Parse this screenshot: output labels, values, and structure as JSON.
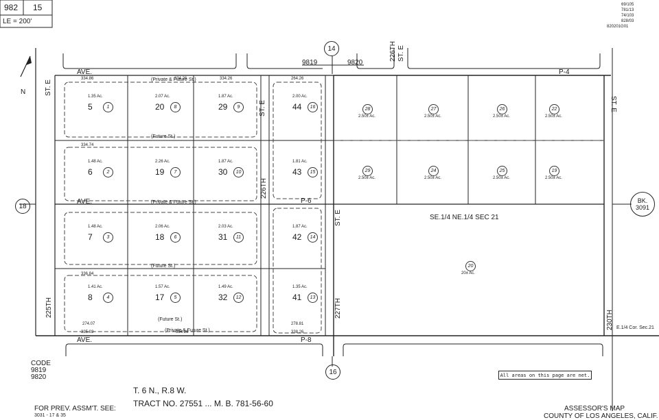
{
  "header": {
    "book": "982",
    "page": "15",
    "scale": "LE = 200'",
    "code_ref": "820201G01",
    "corner_notes": [
      "69/105",
      "781/13",
      "74/103",
      "828/03"
    ]
  },
  "map_numbers": {
    "top_circle": "14",
    "bottom_circle": "16",
    "left_circle": "18",
    "bk_label": "BK.",
    "bk_number": "3091",
    "top_codes": {
      "left": "9819",
      "right": "9820"
    }
  },
  "streets": {
    "ave_top": "AVE.",
    "ave_mid": "AVE.",
    "ave_bottom": "AVE.",
    "st_e_left": "ST. E",
    "st_e_mid": "ST. E",
    "st_e_right": "ST. E",
    "p4": "P-4",
    "p6": "P-6",
    "p8": "P-8",
    "s225": "225TH",
    "s226": "226TH",
    "s226_e": "ST. E",
    "s227": "227TH",
    "s230": "230TH",
    "future_st": "(Future St.)",
    "private_future": "(Private & Future St.)",
    "sec_label": "SE.1/4 NE.1/4 SEC 21",
    "corner_sec": "E.1/4 Cor. Sec.21"
  },
  "parcels_left": [
    {
      "num": "5",
      "circ": "1",
      "acres": "1.35 Ac."
    },
    {
      "num": "6",
      "circ": "2",
      "acres": "1.48 Ac."
    },
    {
      "num": "7",
      "circ": "3",
      "acres": "1.48 Ac."
    },
    {
      "num": "8",
      "circ": "4",
      "acres": "1.41 Ac."
    },
    {
      "num": "20",
      "circ": "8",
      "acres": "2.07 Ac."
    },
    {
      "num": "19",
      "circ": "7",
      "acres": "2.26 Ac."
    },
    {
      "num": "18",
      "circ": "6",
      "acres": "2.06 Ac."
    },
    {
      "num": "17",
      "circ": "5",
      "acres": "1.57 Ac."
    },
    {
      "num": "29",
      "circ": "9",
      "acres": "1.87 Ac."
    },
    {
      "num": "30",
      "circ": "10",
      "acres": "1.87 Ac."
    },
    {
      "num": "31",
      "circ": "11",
      "acres": "2.03 Ac."
    },
    {
      "num": "32",
      "circ": "12",
      "acres": "1.49 Ac."
    },
    {
      "num": "44",
      "circ": "16",
      "acres": "2.00 Ac."
    },
    {
      "num": "43",
      "circ": "15",
      "acres": "1.81 Ac."
    },
    {
      "num": "42",
      "circ": "14",
      "acres": "1.87 Ac."
    },
    {
      "num": "41",
      "circ": "13",
      "acres": "1.35 Ac."
    }
  ],
  "parcels_right": [
    {
      "circ": "28",
      "acres": "2.50± Ac."
    },
    {
      "circ": "27",
      "acres": "2.50± Ac."
    },
    {
      "circ": "26",
      "acres": "2.50± Ac."
    },
    {
      "circ": "22",
      "acres": "2.50± Ac."
    },
    {
      "circ": "29",
      "acres": "2.50± Ac."
    },
    {
      "circ": "24",
      "acres": "2.50± Ac."
    },
    {
      "circ": "25",
      "acres": "2.50± Ac."
    },
    {
      "circ": "19",
      "acres": "2.50± Ac."
    },
    {
      "circ": "20",
      "acres": "20± Ac."
    }
  ],
  "dims": {
    "d1": "334.86",
    "d2": "334.26",
    "d3": "334.26",
    "d4": "264.26",
    "d5": "335.03",
    "d6": "334.26",
    "d7": "278.81",
    "d8": "336.84",
    "d9": "334.74",
    "d10": "274.07",
    "d11": "338.26"
  },
  "footer": {
    "code_label": "CODE",
    "code_1": "9819",
    "code_2": "9820",
    "township": "T. 6 N., R.8 W.",
    "tract": "TRACT NO. 27551   ...   M. B. 781-56-60",
    "prev_label": "FOR PREV. ASSM'T. SEE:",
    "prev_ref": "3031 - 17 & 35",
    "note": "All areas on this page are net.",
    "assessor_1": "ASSESSOR'S MAP",
    "assessor_2": "COUNTY OF LOS ANGELES, CALIF."
  },
  "north_label": "N"
}
